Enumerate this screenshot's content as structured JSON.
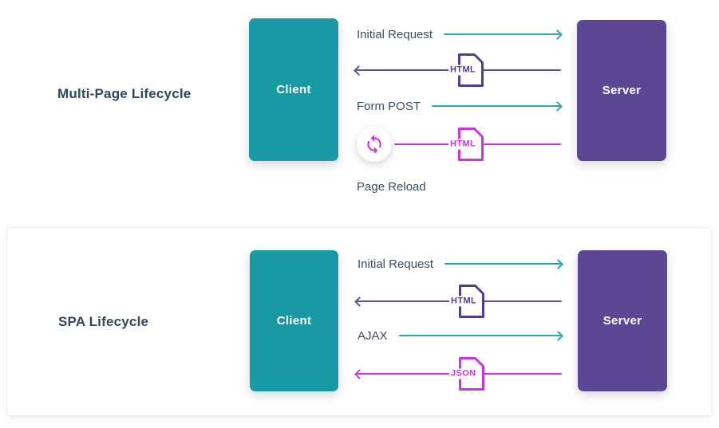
{
  "colors": {
    "teal-box": "#1899A4",
    "teal-arrow": "#2AA7AC",
    "purple-box": "#5C4795",
    "purple-arrow": "#5C5294",
    "purple-doc": "#4C3F94",
    "magenta": "#CC33DE",
    "magenta-refresh": "#D233D2",
    "text": "#3C4C66",
    "title": "#2F4560",
    "card-border": "#ECECF1"
  },
  "sections": [
    {
      "title": "Multi-Page Lifecycle",
      "client": "Client",
      "server": "Server",
      "rows": [
        {
          "label": "Initial Request",
          "direction": "right",
          "color": "teal"
        },
        {
          "doc": "HTML",
          "direction": "left",
          "color": "purple"
        },
        {
          "label": "Form POST",
          "direction": "right",
          "color": "teal"
        },
        {
          "doc": "HTML",
          "icon": "refresh",
          "direction": "none",
          "color": "magenta"
        },
        {
          "label": "Page Reload"
        }
      ]
    },
    {
      "title": "SPA Lifecycle",
      "client": "Client",
      "server": "Server",
      "rows": [
        {
          "label": "Initial Request",
          "direction": "right",
          "color": "teal"
        },
        {
          "doc": "HTML",
          "direction": "left",
          "color": "purple"
        },
        {
          "label": "AJAX",
          "direction": "right",
          "color": "teal"
        },
        {
          "doc": "JSON",
          "direction": "left",
          "color": "magenta"
        }
      ]
    }
  ]
}
